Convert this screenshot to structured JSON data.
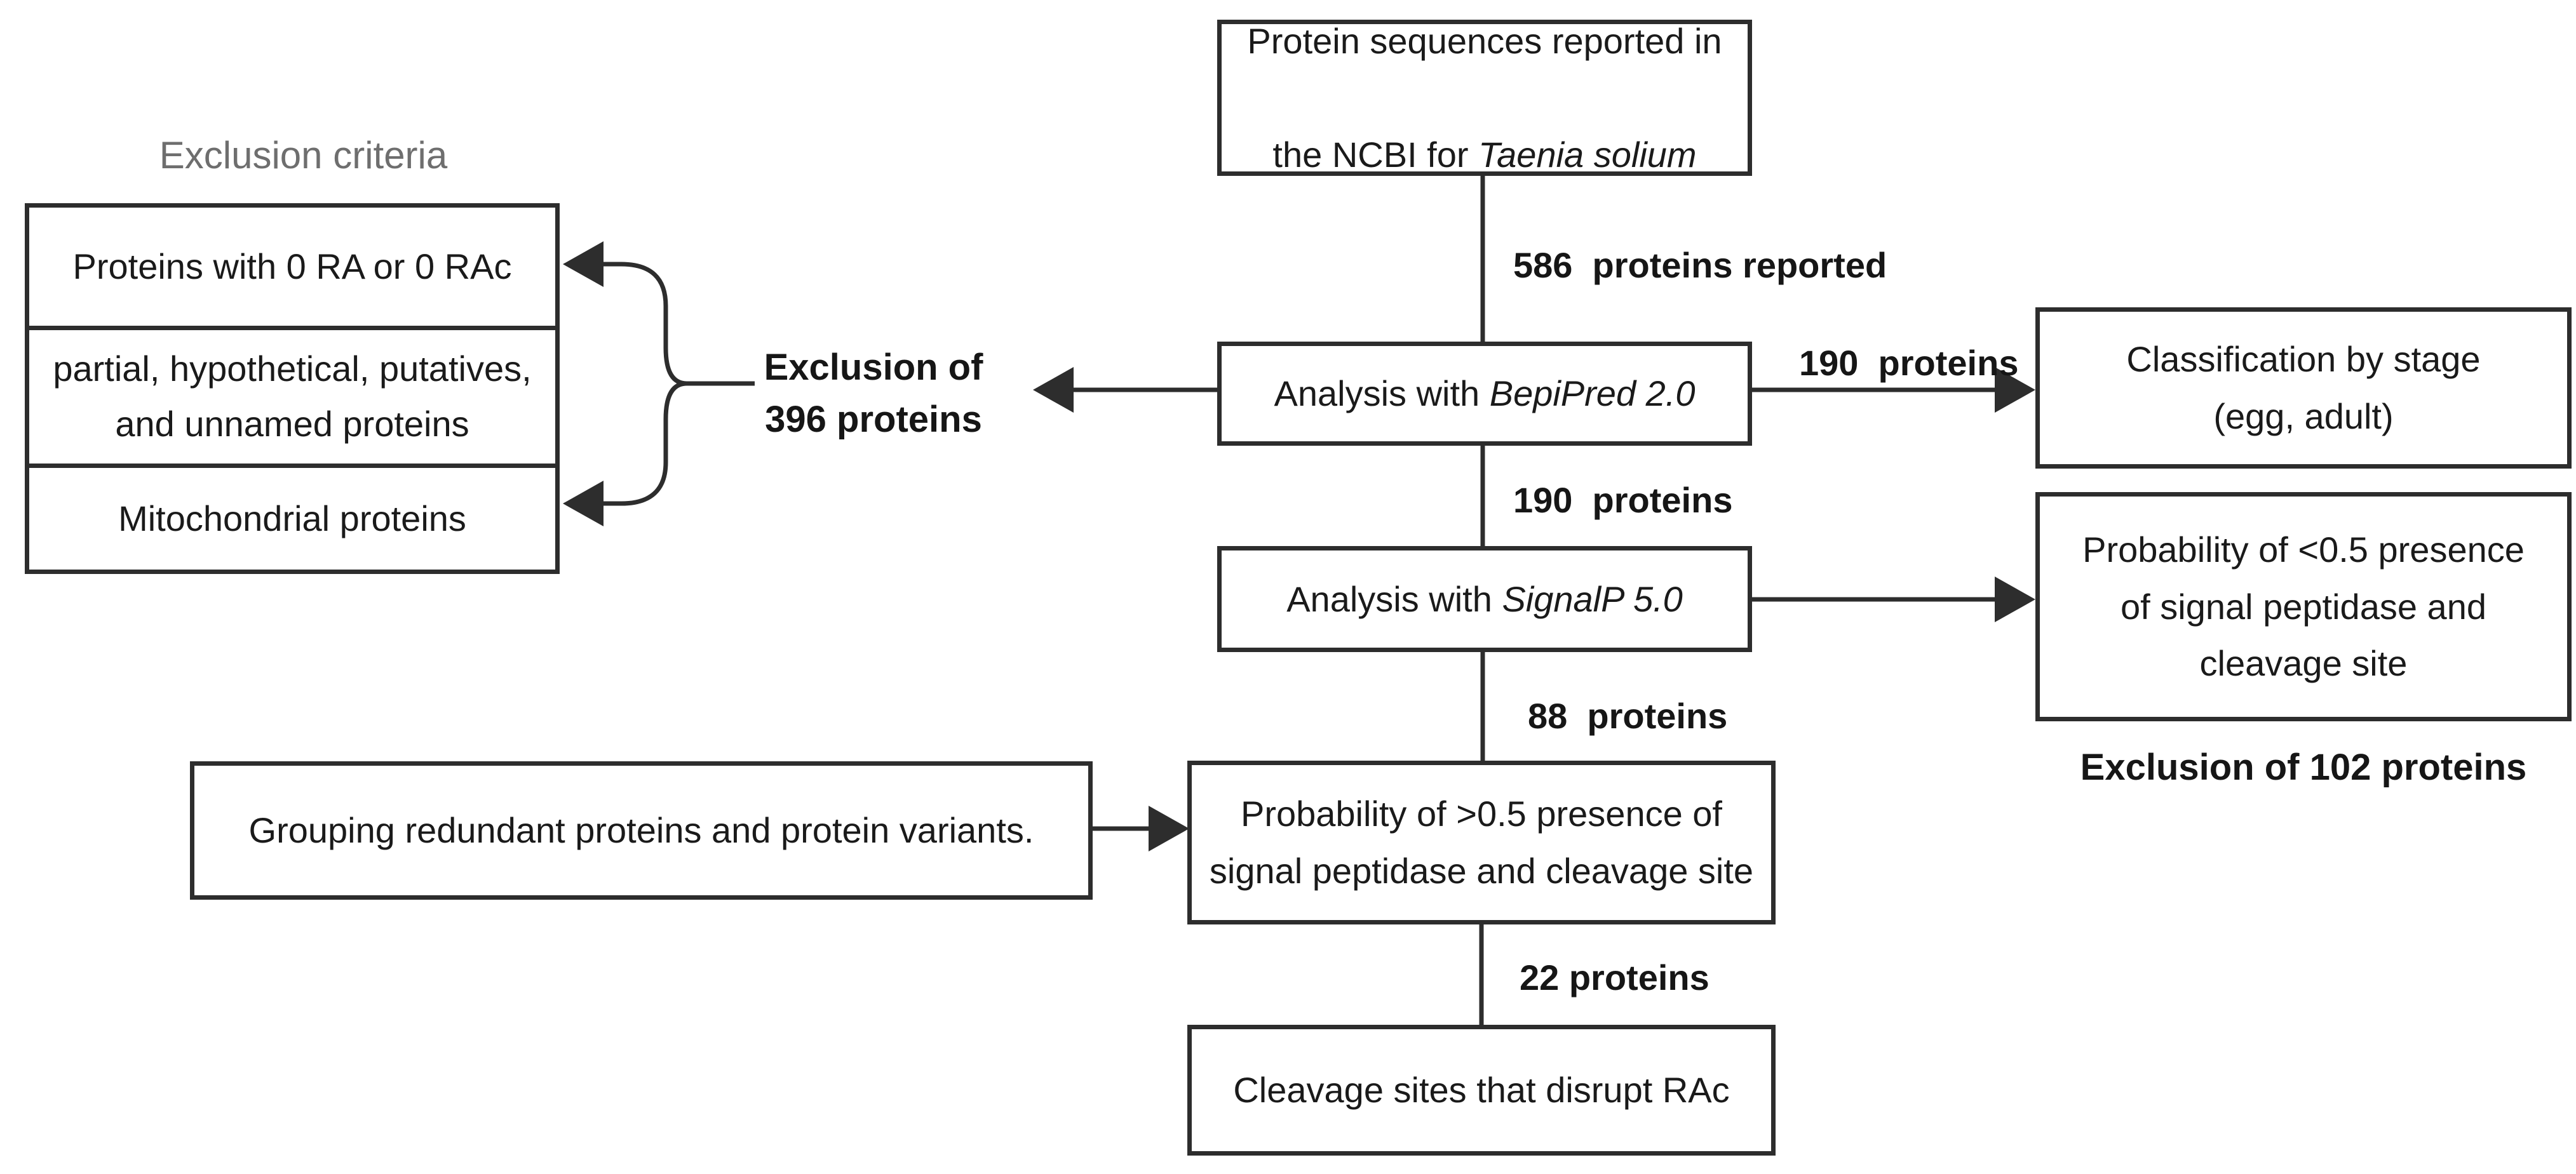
{
  "colors": {
    "line": "#2d2d2d",
    "text": "#1a1a1a",
    "muted_label": "#6e6e6e",
    "background": "#ffffff"
  },
  "titles": {
    "exclusion_criteria": "Exclusion criteria"
  },
  "nodes": {
    "ncbi": {
      "line1": "Protein sequences reported  in",
      "line2_prefix": "the NCBI for ",
      "line2_italic": "Taenia solium"
    },
    "bepipred": {
      "prefix": "Analysis with ",
      "italic": "BepiPred 2.0"
    },
    "signalp": {
      "prefix": "Analysis with ",
      "italic": "SignalP 5.0"
    },
    "classification": {
      "text": "Classification by stage\n(egg, adult)"
    },
    "prob_low": {
      "text": "Probability of <0.5 presence\nof signal peptidase and\ncleavage site"
    },
    "prob_high": {
      "text": "Probability of >0.5 presence of\nsignal peptidase and cleavage site"
    },
    "grouping": {
      "text": "Grouping redundant proteins and protein variants."
    },
    "cleavage": {
      "text": "Cleavage sites that disrupt RAc"
    },
    "exclusion_box_1": {
      "text": "Proteins with 0 RA or 0 RAc"
    },
    "exclusion_box_2": {
      "text": "partial, hypothetical, putatives,\nand unnamed proteins"
    },
    "exclusion_box_3": {
      "text": "Mitochondrial proteins"
    }
  },
  "edge_labels": {
    "proteins_586": "586  proteins reported",
    "proteins_190_right": "190  proteins",
    "proteins_190_down": "190  proteins",
    "proteins_88": "88  proteins",
    "proteins_22": "22 proteins",
    "exclusion_396": "Exclusion of\n396 proteins",
    "exclusion_102": "Exclusion of 102 proteins"
  }
}
